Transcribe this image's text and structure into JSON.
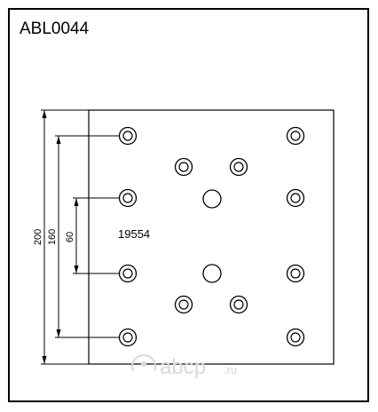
{
  "drawing": {
    "code": "ABL0044",
    "part_number": "19554"
  },
  "dimensions": [
    {
      "id": "overall",
      "label": "200"
    },
    {
      "id": "outer-rows",
      "label": "160"
    },
    {
      "id": "inner-rows",
      "label": "60"
    }
  ],
  "watermark": {
    "brand": "abcp",
    "suffix": ".ru"
  },
  "colors": {
    "ink": "#000000",
    "paper": "#ffffff",
    "watermark": "#d9d9d9"
  }
}
